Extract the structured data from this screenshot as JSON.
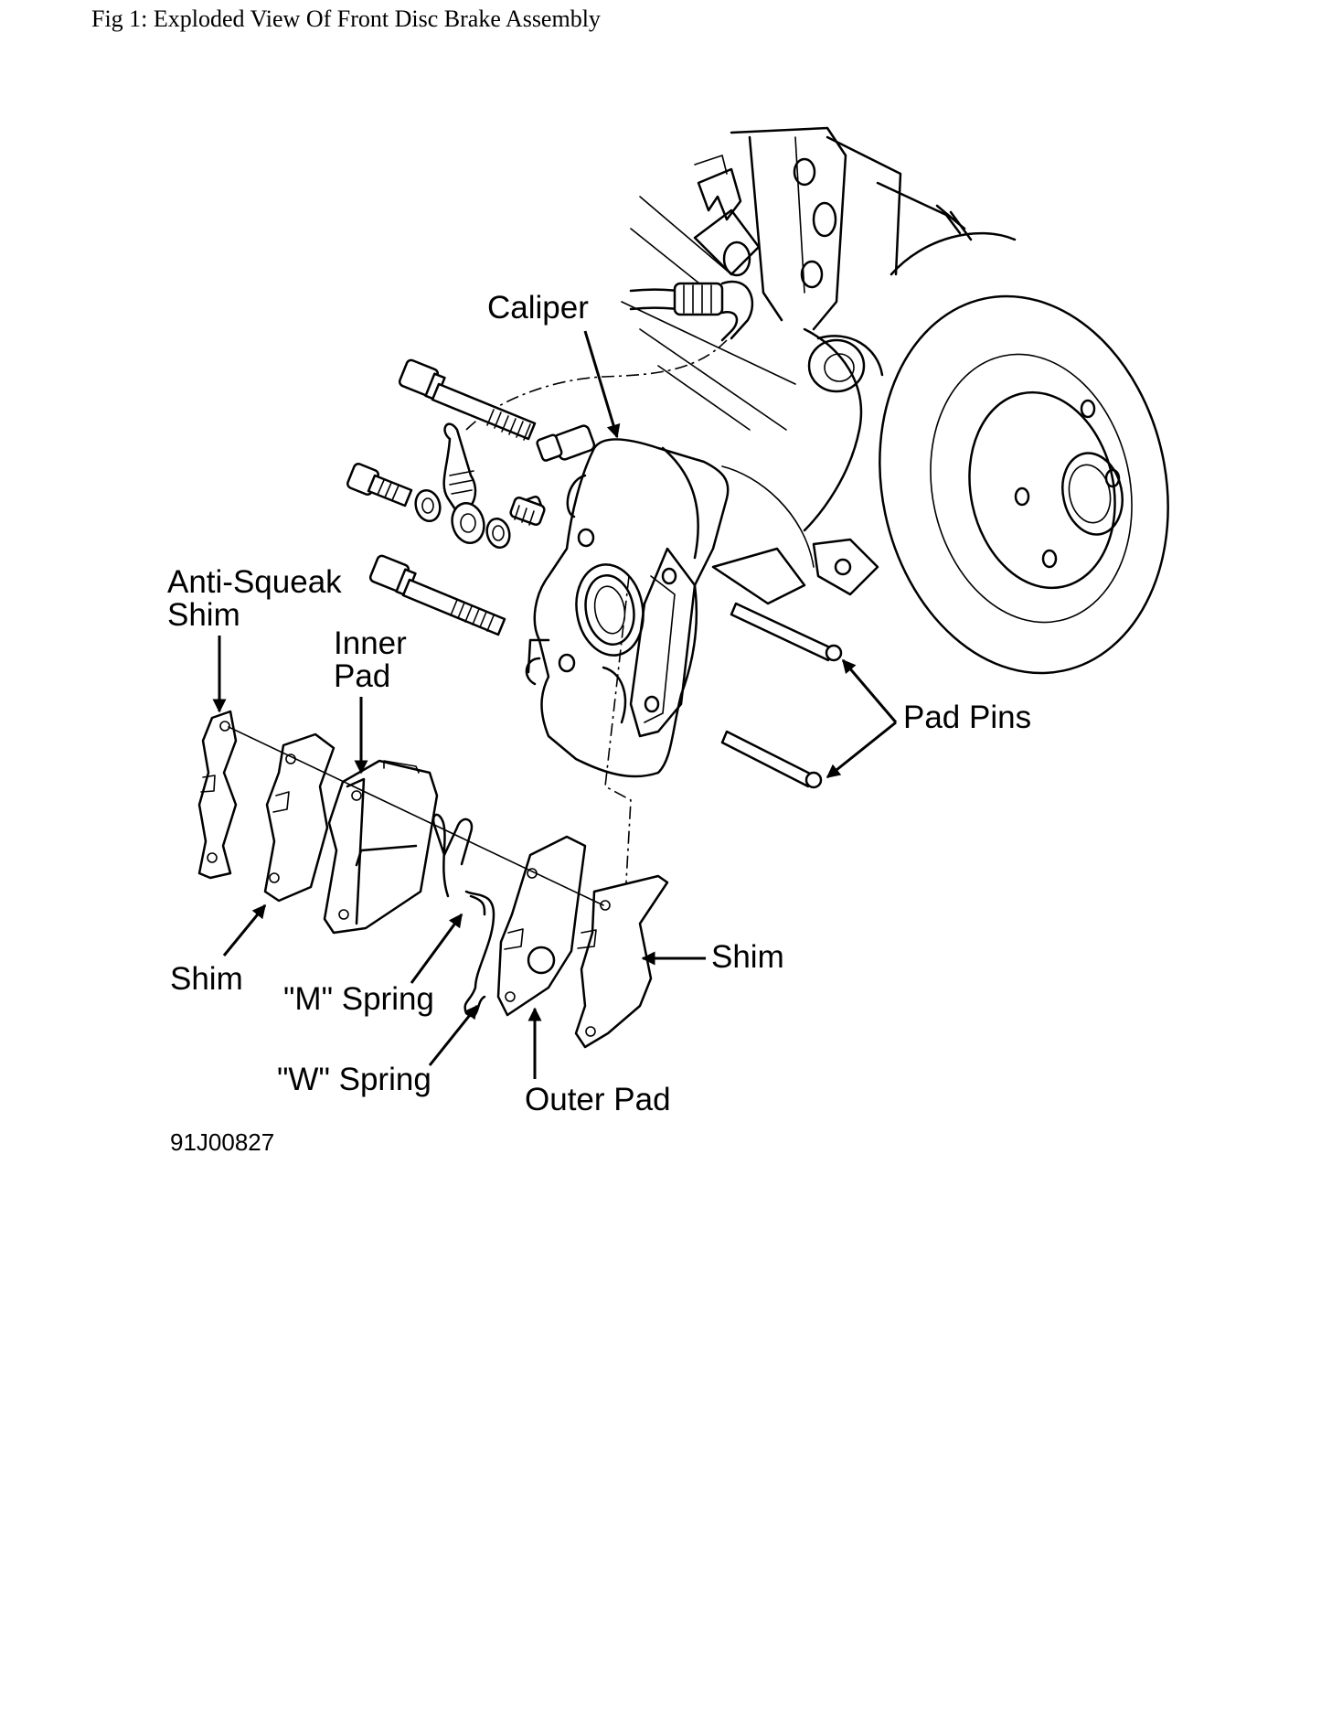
{
  "figure": {
    "title": "Fig 1: Exploded View Of Front Disc Brake Assembly",
    "code": "91J00827"
  },
  "labels": {
    "caliper": "Caliper",
    "anti_squeak_shim_1": "Anti-Squeak",
    "anti_squeak_shim_2": "Shim",
    "inner_pad_1": "Inner",
    "inner_pad_2": "Pad",
    "pad_pins": "Pad Pins",
    "shim_left": "Shim",
    "m_spring": "\"M\" Spring",
    "w_spring": "\"W\" Spring",
    "outer_pad": "Outer Pad",
    "shim_right": "Shim"
  }
}
